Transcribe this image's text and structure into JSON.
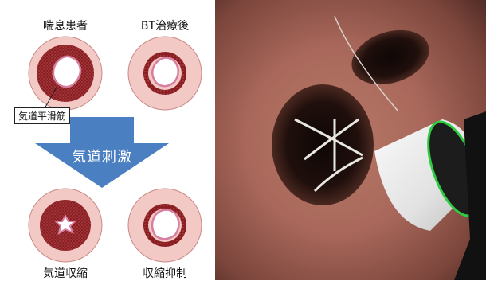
{
  "labels": {
    "asthma_patient": "喘息患者",
    "after_bt": "BT治療後",
    "airway_smooth_muscle": "気道平滑筋",
    "airway_stimulation": "気道刺激",
    "airway_constriction": "気道収縮",
    "constriction_suppression": "収縮抑制"
  },
  "colors": {
    "outer_wall": "#f2c9c4",
    "smooth_muscle": "#8a1e22",
    "mucosa": "#ffffff",
    "lumen_border": "#d77fa0",
    "arrow": "#4a7fc1"
  }
}
